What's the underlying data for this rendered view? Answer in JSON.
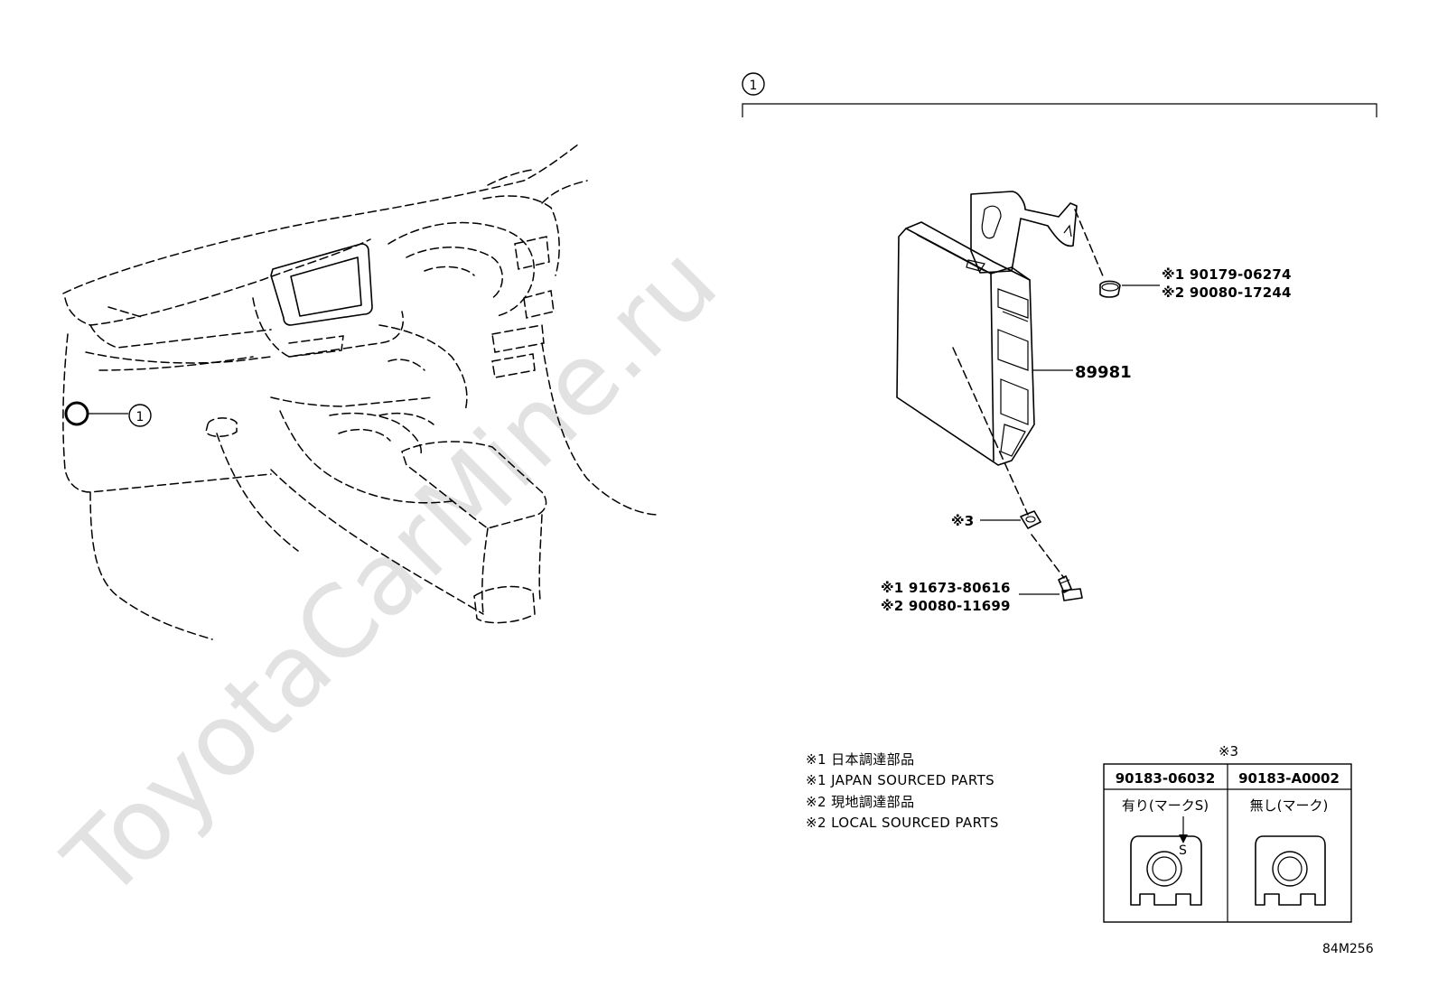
{
  "watermark": "ToyotaCarMine.ru",
  "callout_number": "1",
  "labels": {
    "ecu": "89981",
    "clip_1": "※1 90179-06274",
    "clip_2": "※2 90080-17244",
    "nut_mark": "※3",
    "bolt_1": "※1 91673-80616",
    "bolt_2": "※2 90080-11699"
  },
  "notes": [
    "※1 日本調達部品",
    "※1 JAPAN SOURCED PARTS",
    "※2 現地調達部品",
    "※2 LOCAL SOURCED PARTS"
  ],
  "variant_table": {
    "title": "※3",
    "columns": [
      {
        "part": "90183-06032",
        "desc": "有り(マークS)",
        "mark": "S"
      },
      {
        "part": "90183-A0002",
        "desc": "無し(マーク)"
      }
    ]
  },
  "code": "84M256"
}
